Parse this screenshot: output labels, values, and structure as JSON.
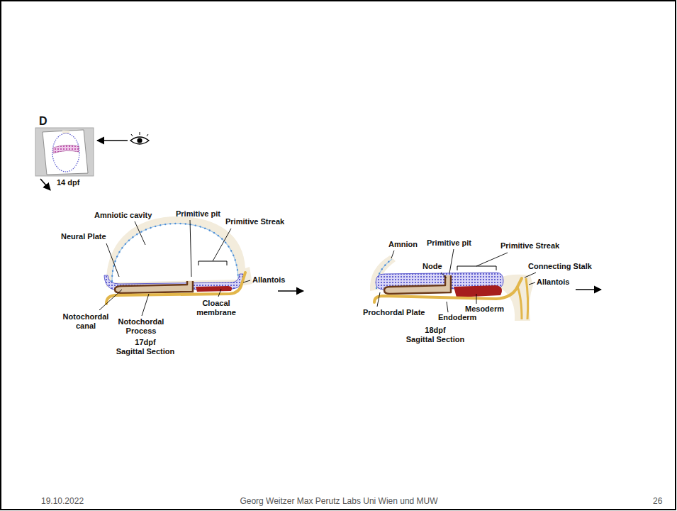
{
  "diagram": {
    "labels": [
      "D",
      "14 dpf",
      "Amniotic cavity",
      "Primitive pit",
      "Primitive Streak",
      "Neural Plate",
      "Allantois",
      "Cloacal membrane",
      "Notochordal canal",
      "Notochordal Process",
      "17dpf",
      "Sagittal Section",
      "Amnion",
      "Primitive pit",
      "Primitive Streak",
      "Connecting Stalk",
      "Node",
      "Allantois",
      "Prochordal Plate",
      "Mesoderm",
      "Endoderm",
      "18dpf",
      "Sagittal Section",
      "19.10.2022",
      "Georg Weitzer Max Perutz Labs Uni Wien und MUW",
      "26"
    ]
  }
}
